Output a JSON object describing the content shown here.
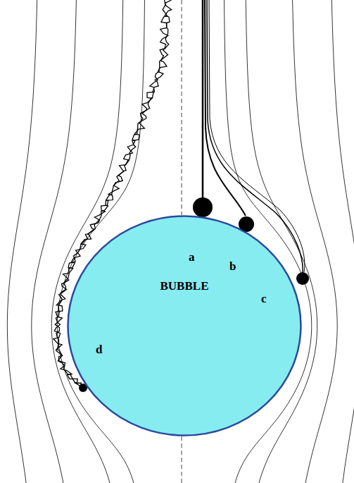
{
  "diagram": {
    "nodes": [
      {
        "text": [
          "BUBBLE"
        ]
      }
    ],
    "labels": [
      "a",
      "b",
      "c",
      "d"
    ]
  }
}
